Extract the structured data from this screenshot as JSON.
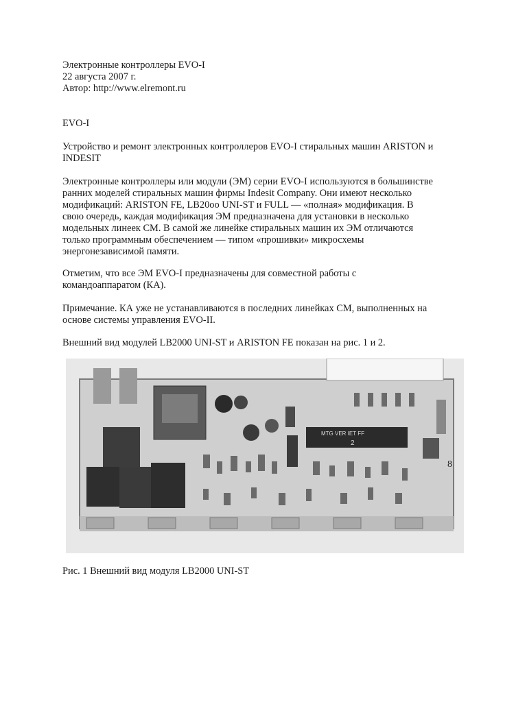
{
  "header": {
    "title": "Электронные контроллеры  EVO-I",
    "date": "22 августа 2007 г.",
    "author": "Автор: http://www.elremont.ru"
  },
  "section_title": "EVO-I",
  "intro": [
    "Устройство и ремонт электронных контроллеров EVO-I стиральных машин ARISTON и",
    "INDESIT"
  ],
  "paragraph1": [
    "Электронные контроллеры или модули (ЭМ) серии EVO-I используются в большинстве",
    "ранних моделей стиральных машин фирмы Indesit Company. Они имеют несколько",
    "модификаций: ARISTON FE, LB20oo UNI-ST и FULL — «полная» модификация. В",
    "свою очередь, каждая модификация ЭМ предназначена для установки в несколько",
    "модельных линеек СМ. В самой же линейке стиральных машин их ЭМ отличаются",
    "только программным обеспечением — типом «прошивки» микросхемы",
    "энергонезависимой памяти."
  ],
  "paragraph2": [
    "Отметим, что все ЭМ EVO-I предназначены для совместной работы с",
    "командоаппаратом (КА)."
  ],
  "paragraph3": [
    "Примечание. КА уже не устанавливаются в последних линейках СМ, выполненных на",
    "основе системы управления EVO-II."
  ],
  "paragraph4": "Внешний вид модулей LB2000 UNI-ST и ARISTON FE показан на рис. 1 и 2.",
  "figure": {
    "chip_label_1": "MTG VER IET FF",
    "chip_label_2": "2",
    "board_mark": "8",
    "caption": "Рис. 1 Внешний вид модуля LB2000 UNI-ST"
  }
}
